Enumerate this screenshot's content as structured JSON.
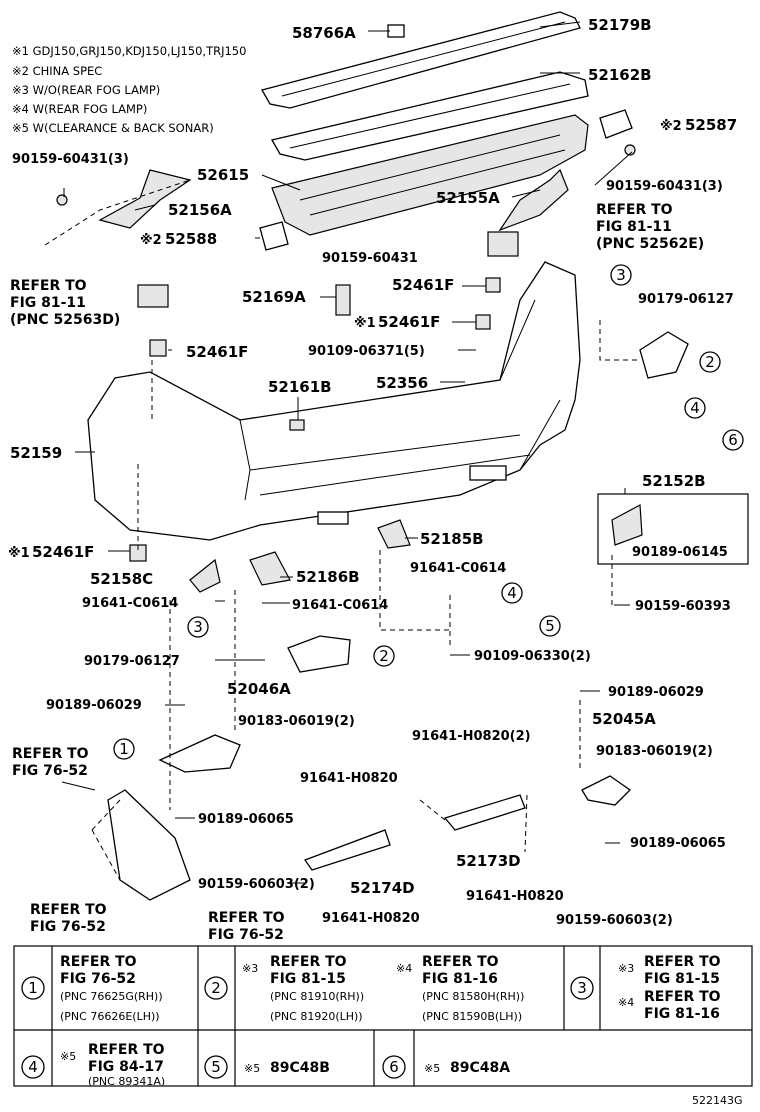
{
  "notes": [
    "※1 GDJ150,GRJ150,KDJ150,LJ150,TRJ150",
    "※2 CHINA SPEC",
    "※3 W/O(REAR FOG LAMP)",
    "※4 W(REAR FOG LAMP)",
    "※5 W(CLEARANCE & BACK SONAR)"
  ],
  "labels": {
    "p58766A": "58766A",
    "p52179B": "52179B",
    "p52162B": "52162B",
    "p52587_mark": "※2",
    "p52587": "52587",
    "p90159_60431_3_left": "90159-60431(3)",
    "p52615": "52615",
    "p52156A": "52156A",
    "p52155A": "52155A",
    "p90159_60431_3_right": "90159-60431(3)",
    "p52588_mark": "※2",
    "p52588": "52588",
    "ref_81_11_right_1": "REFER TO",
    "ref_81_11_right_2": "FIG 81-11",
    "ref_81_11_right_3": "(PNC 52562E)",
    "p90159_60431": "90159-60431",
    "ref_81_11_left_1": "REFER TO",
    "ref_81_11_left_2": "FIG 81-11",
    "ref_81_11_left_3": "(PNC 52563D)",
    "p52169A": "52169A",
    "p52461F_top": "52461F",
    "p52461F_mark1": "※1",
    "p52461F_mid": "52461F",
    "p90179_06127_top": "90179-06127",
    "p52461F_left": "52461F",
    "p90109_06371_5": "90109-06371(5)",
    "p52356": "52356",
    "p52161B": "52161B",
    "p52159": "52159",
    "p52152B": "52152B",
    "p90189_06145": "90189-06145",
    "p52461F_bottom_mark": "※1",
    "p52461F_bottom": "52461F",
    "p52185B": "52185B",
    "p91641_C0614_right": "91641-C0614",
    "p52158C": "52158C",
    "p52186B": "52186B",
    "p91641_C0614_left": "91641-C0614",
    "p91641_C0614_mid": "91641-C0614",
    "p90159_60393": "90159-60393",
    "p90179_06127_bottom": "90179-06127",
    "p90109_06330_2": "90109-06330(2)",
    "p90189_06029_left": "90189-06029",
    "p52046A": "52046A",
    "p90183_06019_2_left": "90183-06019(2)",
    "p90189_06029_right": "90189-06029",
    "p52045A": "52045A",
    "p91641_H0820_2": "91641-H0820(2)",
    "p90183_06019_2_right": "90183-06019(2)",
    "ref_76_52_a_1": "REFER TO",
    "ref_76_52_a_2": "FIG 76-52",
    "p91641_H0820_a": "91641-H0820",
    "p90189_06065_left": "90189-06065",
    "p90189_06065_right": "90189-06065",
    "p52173D": "52173D",
    "p90159_60603_2_left": "90159-60603(2)",
    "p52174D": "52174D",
    "p91641_H0820_b": "91641-H0820",
    "ref_76_52_b_1": "REFER TO",
    "ref_76_52_b_2": "FIG 76-52",
    "ref_76_52_c_1": "REFER TO",
    "ref_76_52_c_2": "FIG 76-52",
    "p91641_H0820_c": "91641-H0820",
    "p90159_60603_2_right": "90159-60603(2)"
  },
  "callouts": [
    "1",
    "2",
    "3",
    "4",
    "5",
    "6"
  ],
  "table": {
    "c1_num": "1",
    "c1_line1": "REFER TO",
    "c1_line2": "FIG 76-52",
    "c1_line3": "(PNC 76625G(RH))",
    "c1_line4": "(PNC 76626E(LH))",
    "c2_num": "2",
    "c2a_mark": "※3",
    "c2a_line1": "REFER TO",
    "c2a_line2": "FIG 81-15",
    "c2a_line3": "(PNC 81910(RH))",
    "c2a_line4": "(PNC 81920(LH))",
    "c2b_mark": "※4",
    "c2b_line1": "REFER TO",
    "c2b_line2": "FIG 81-16",
    "c2b_line3": "(PNC 81580H(RH))",
    "c2b_line4": "(PNC 81590B(LH))",
    "c3_num": "3",
    "c3_mark1": "※3",
    "c3_line1": "REFER TO",
    "c3_line2": "FIG 81-15",
    "c3_mark2": "※4",
    "c3_line3": "REFER TO",
    "c3_line4": "FIG 81-16",
    "c4_num": "4",
    "c4_mark": "※5",
    "c4_line1": "REFER TO",
    "c4_line2": "FIG 84-17",
    "c4_line3": "(PNC 89341A)",
    "c5_num": "5",
    "c5_mark": "※5",
    "c5_text": "89C48B",
    "c6_num": "6",
    "c6_mark": "※5",
    "c6_text": "89C48A"
  },
  "diagram_code": "522143G"
}
